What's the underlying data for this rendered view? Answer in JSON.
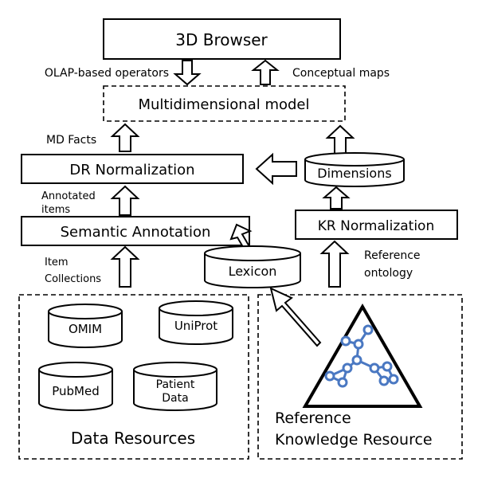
{
  "boxes": {
    "browser": "3D Browser",
    "md_model": "Multidimensional model",
    "dr_norm": "DR Normalization",
    "sem_annot": "Semantic Annotation",
    "kr_norm": "KR Normalization"
  },
  "cylinders": {
    "dimensions": "Dimensions",
    "lexicon": "Lexicon",
    "omim": "OMIM",
    "uniprot": "UniProt",
    "pubmed": "PubMed",
    "patient_line1": "Patient",
    "patient_line2": "Data"
  },
  "labels": {
    "olap": "OLAP-based operators",
    "conceptual": "Conceptual maps",
    "md_facts": "MD Facts",
    "annotated_line1": "Annotated",
    "annotated_line2": "items",
    "item_line1": "Item",
    "item_line2": "Collections",
    "reference_line1": "Reference",
    "reference_line2": "ontology"
  },
  "regions": {
    "data_resources": "Data Resources",
    "rkr_line1": "Reference",
    "rkr_line2": "Knowledge Resource"
  }
}
